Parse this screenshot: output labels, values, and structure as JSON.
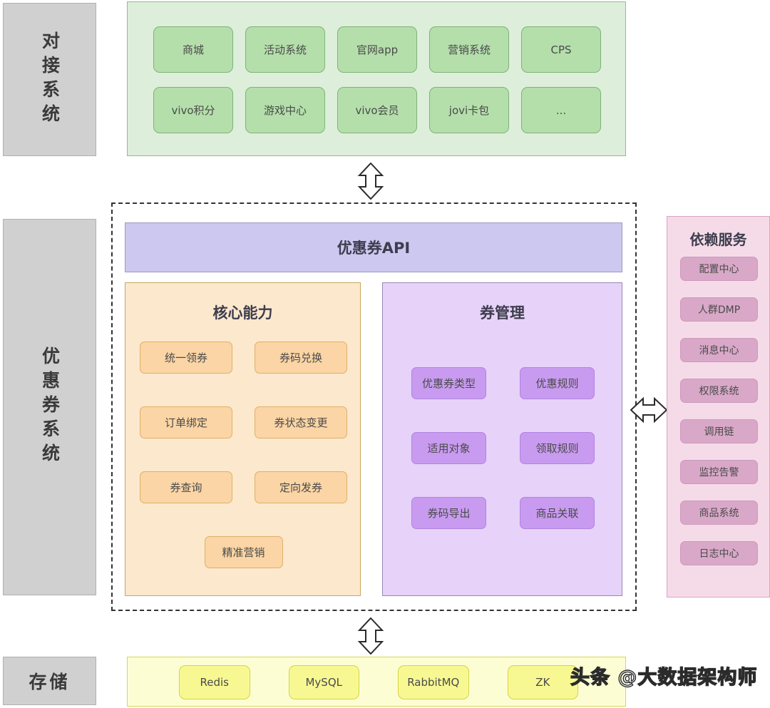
{
  "layers": {
    "docking": "对接系统",
    "coupon": "优惠券系统",
    "storage": "存储"
  },
  "docking_systems": {
    "items": [
      "商城",
      "活动系统",
      "官网app",
      "营销系统",
      "CPS",
      "vivo积分",
      "游戏中心",
      "vivo会员",
      "jovi卡包",
      "..."
    ]
  },
  "coupon_system": {
    "api_title": "优惠券API",
    "core": {
      "title": "核心能力",
      "items": [
        "统一领券",
        "券码兑换",
        "订单绑定",
        "券状态变更",
        "券查询",
        "定向发券",
        "精准营销"
      ]
    },
    "management": {
      "title": "券管理",
      "items": [
        "优惠券类型",
        "优惠规则",
        "适用对象",
        "领取规则",
        "券码导出",
        "商品关联"
      ]
    }
  },
  "dependent_services": {
    "title": "依赖服务",
    "items": [
      "配置中心",
      "人群DMP",
      "消息中心",
      "权限系统",
      "调用链",
      "监控告警",
      "商品系统",
      "日志中心"
    ]
  },
  "storage": {
    "items": [
      "Redis",
      "MySQL",
      "RabbitMQ",
      "ZK"
    ]
  },
  "watermark": "头条 @大数据架构师",
  "colors": {
    "layer_label_bg": "#d0d0d0",
    "green_panel": "#ddeedb",
    "green_box": "#b4dfab",
    "api_bar": "#ccc8f0",
    "core_panel": "#fce8cd",
    "orange_box": "#fbd5a5",
    "manage_panel": "#e7d2f9",
    "purple_box": "#c89bf0",
    "deps_panel": "#f5dbe8",
    "pink_box": "#d9a8c8",
    "storage_panel": "#fdfdd4",
    "yellow_box": "#f8f893"
  }
}
